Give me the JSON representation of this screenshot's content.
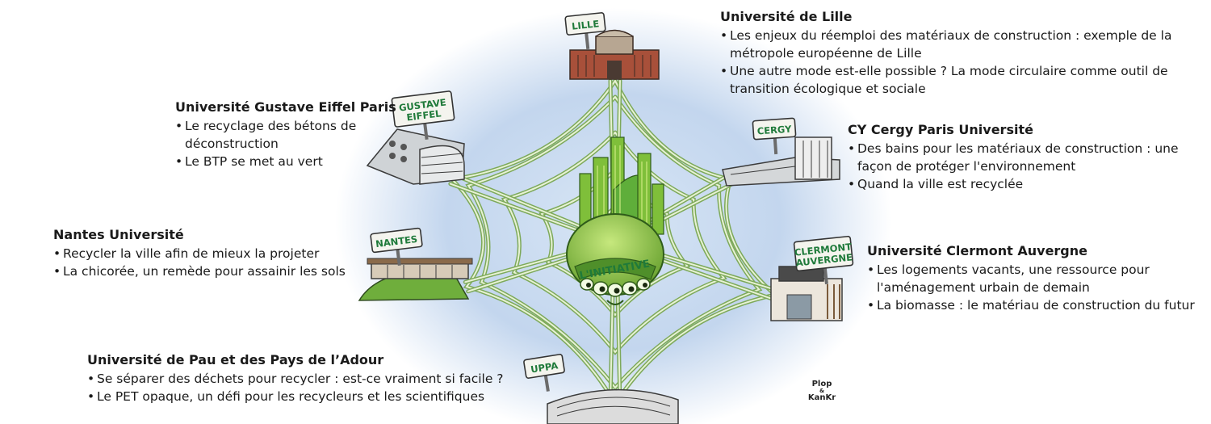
{
  "center_label": "L'INITIATIVE",
  "signature": [
    "Plop",
    "&",
    "KanKr"
  ],
  "universities": [
    {
      "id": "lille",
      "sign": [
        "LILLE"
      ],
      "title": "Université de Lille",
      "items": [
        "Les enjeux du réemploi des matériaux de construction : exemple de la métropole européenne de Lille",
        "Une autre mode est-elle possible ? La mode circulaire comme outil de transition écologique et sociale"
      ]
    },
    {
      "id": "eiffel",
      "sign": [
        "GUSTAVE",
        "EIFFEL"
      ],
      "title": "Université Gustave Eiffel Paris",
      "items": [
        "Le recyclage des bétons de déconstruction",
        "Le BTP se met au vert"
      ]
    },
    {
      "id": "cergy",
      "sign": [
        "CERGY"
      ],
      "title": "CY Cergy Paris Université",
      "items": [
        "Des bains pour les matériaux de construction : une façon de protéger l'environnement",
        "Quand la ville est recyclée"
      ]
    },
    {
      "id": "nantes",
      "sign": [
        "NANTES"
      ],
      "title": "Nantes Université",
      "items": [
        "Recycler la ville afin de mieux la projeter",
        "La chicorée, un remède pour assainir les sols"
      ]
    },
    {
      "id": "clermont",
      "sign": [
        "CLERMONT",
        "AUVERGNE"
      ],
      "title": "Université Clermont Auvergne",
      "items": [
        "Les logements vacants, une ressource pour l'aménagement urbain de demain",
        "La biomasse : le matériau de construction du futur"
      ]
    },
    {
      "id": "pau",
      "sign": [
        "UPPA"
      ],
      "title": "Université de Pau et des Pays de l’Adour",
      "items": [
        "Se séparer des déchets pour recycler : est-ce vraiment si facile ?",
        "Le PET opaque, un défi pour les recycleurs et les scientifiques"
      ]
    }
  ]
}
